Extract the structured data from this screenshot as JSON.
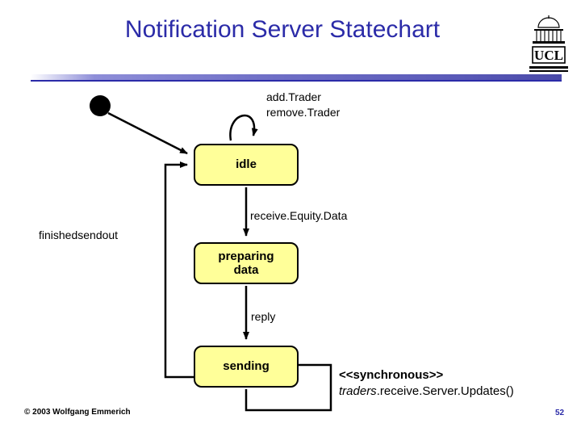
{
  "slide": {
    "title": "Notification Server Statechart",
    "logo_text": "UCL",
    "copyright": "© 2003 Wolfgang Emmerich",
    "page_number": "52",
    "colors": {
      "title_text": "#2B2BA8",
      "state_fill": "#FFFF99",
      "state_border": "#000000",
      "rule_gradient_end": "#4A4AA8"
    }
  },
  "statechart": {
    "initial_state_marker": "filled-circle",
    "states": [
      {
        "id": "idle",
        "label": "idle"
      },
      {
        "id": "preparing",
        "label": "preparing\ndata"
      },
      {
        "id": "sending",
        "label": "sending"
      }
    ],
    "transitions": [
      {
        "from": "idle",
        "to": "idle",
        "label": "add.Trader\nremove.Trader"
      },
      {
        "from": "idle",
        "to": "preparing",
        "label": "receive.Equity.Data"
      },
      {
        "from": "preparing",
        "to": "sending",
        "label": "reply"
      },
      {
        "from": "sending",
        "to": "idle",
        "label": "finishedsendout"
      }
    ],
    "labels": {
      "add_remove": "add.Trader\nremove.Trader",
      "receive": "receive.Equity.Data",
      "finished": "finishedsendout",
      "reply": "reply"
    },
    "annotation": {
      "stereotype": "<<synchronous>>",
      "call_target": "traders",
      "call_rest": ".receive.Server.Updates()"
    }
  }
}
